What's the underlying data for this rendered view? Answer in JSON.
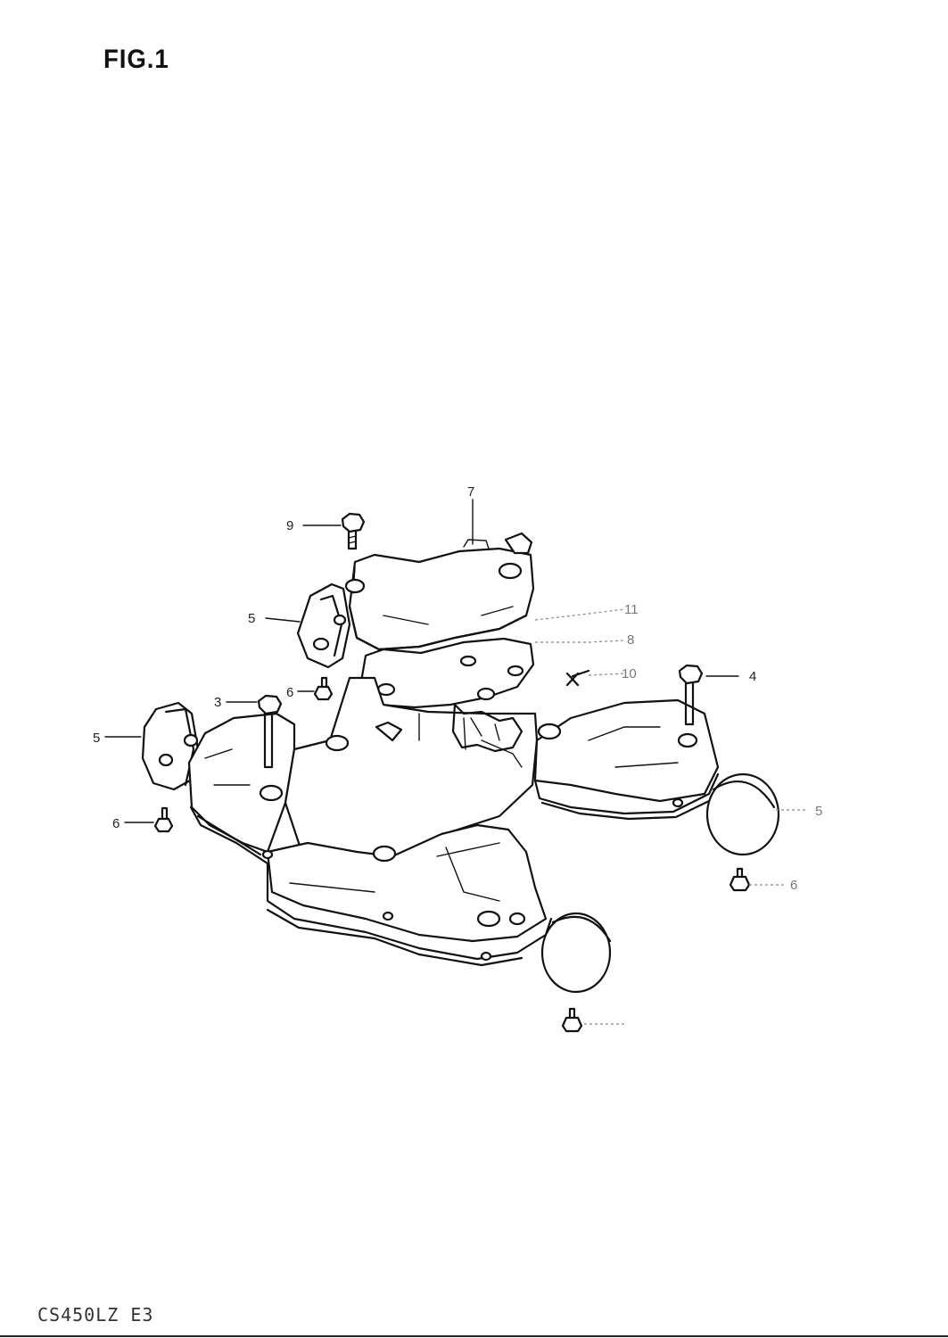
{
  "figure": {
    "title": "FIG.1"
  },
  "footer": {
    "code": "CS450LZ E3"
  },
  "callouts": [
    {
      "id": "c7",
      "label": "7"
    },
    {
      "id": "c9",
      "label": "9"
    },
    {
      "id": "c5a",
      "label": "5"
    },
    {
      "id": "c11",
      "label": "11"
    },
    {
      "id": "c8",
      "label": "8"
    },
    {
      "id": "c10",
      "label": "10"
    },
    {
      "id": "c4",
      "label": "4"
    },
    {
      "id": "c3",
      "label": "3"
    },
    {
      "id": "c6a",
      "label": "6"
    },
    {
      "id": "c5b",
      "label": "5"
    },
    {
      "id": "c6b",
      "label": "6"
    },
    {
      "id": "c5c",
      "label": "5"
    },
    {
      "id": "c6c",
      "label": "6"
    }
  ]
}
